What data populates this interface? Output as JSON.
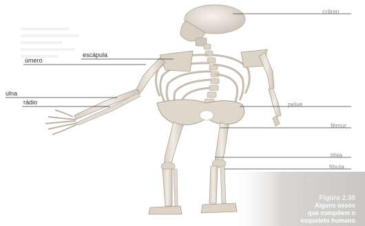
{
  "labels": {
    "cranio": "crânio",
    "escapula": "escápula",
    "umero": "úmero",
    "ulna": "ulna",
    "radio": "rádio",
    "pelve": "pelve",
    "femur": "fêmur",
    "tibia": "tíbia",
    "fibula": "fíbula"
  },
  "caption": {
    "figure_number": "Figura 2.30",
    "line1": "Alguns ossos",
    "line2": "que compõem o",
    "line3": "esqueleto humano"
  },
  "colors": {
    "background": "#ffffff",
    "bone": "#ece5dc",
    "bone_shadow": "#c9bfb3",
    "leader_line": "#3a3a3a",
    "caption_panel": "#d6d4d2"
  }
}
